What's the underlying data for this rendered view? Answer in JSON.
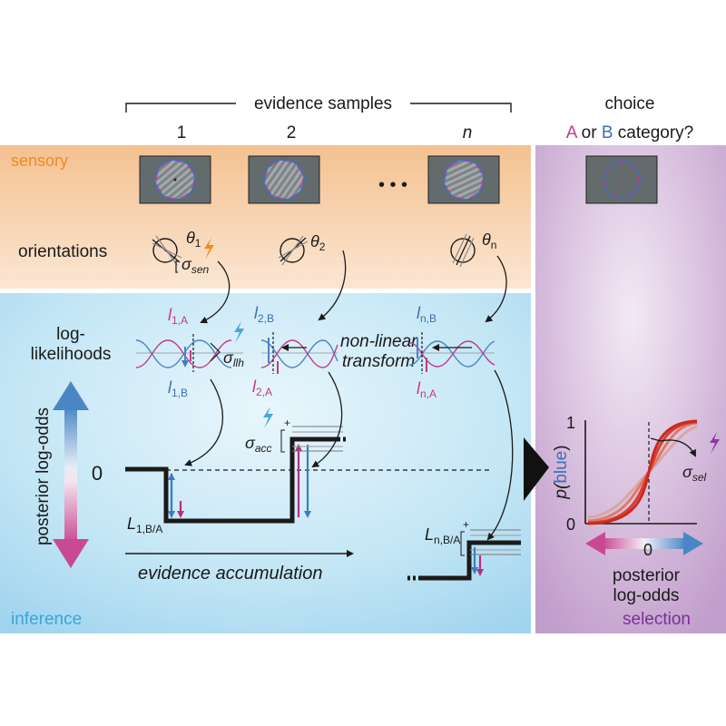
{
  "header": {
    "evidence_samples": "evidence samples",
    "sample_1": "1",
    "sample_2": "2",
    "sample_n": "n",
    "choice": "choice",
    "question_a": "A",
    "question_or": " or ",
    "question_b": "B",
    "question_rest": " category?"
  },
  "panels": {
    "sensory": "sensory",
    "inference": "inference",
    "selection": "selection"
  },
  "labels": {
    "orientations": "orientations",
    "log": "log-",
    "likelihoods": "likelihoods",
    "posterior_log_odds": "posterior log-odds",
    "zero": "0",
    "non_linear": "non-linear",
    "transform": "transform",
    "evidence_accumulation": "evidence accumulation",
    "ellipsis": "• • •"
  },
  "symbols": {
    "theta": "θ",
    "theta_1_sub": "1",
    "theta_2_sub": "2",
    "theta_n_sub": "n",
    "sigma": "σ",
    "sen": "sen",
    "llh": "llh",
    "acc": "acc",
    "sel": "sel",
    "l": "l",
    "l1a": "1,A",
    "l1b": "1,B",
    "l2b": "2,B",
    "l2a": "2,A",
    "lnb": "n,B",
    "lna": "n,A",
    "L": "L",
    "L1": "1,B/A",
    "Ln": "n,B/A",
    "plus": "+"
  },
  "psychometric": {
    "y_top": "1",
    "y_bottom": "0",
    "ylabel_p": "p(",
    "ylabel_blue": "blue",
    "ylabel_close": ")",
    "x_zero": "0",
    "xlabel_1": "posterior",
    "xlabel_2": "log-odds"
  },
  "colors": {
    "sensory_bg": "#f6cfa6",
    "inference_bg": "#aedcf1",
    "selection_bg": "#c8a6cf",
    "category_a": "#c13a8a",
    "category_b": "#3b6fb5",
    "sensory_accent": "#f08a24",
    "inference_accent": "#43a7dd",
    "selection_accent": "#8a3aa0",
    "curve_red": "#d8402e"
  }
}
